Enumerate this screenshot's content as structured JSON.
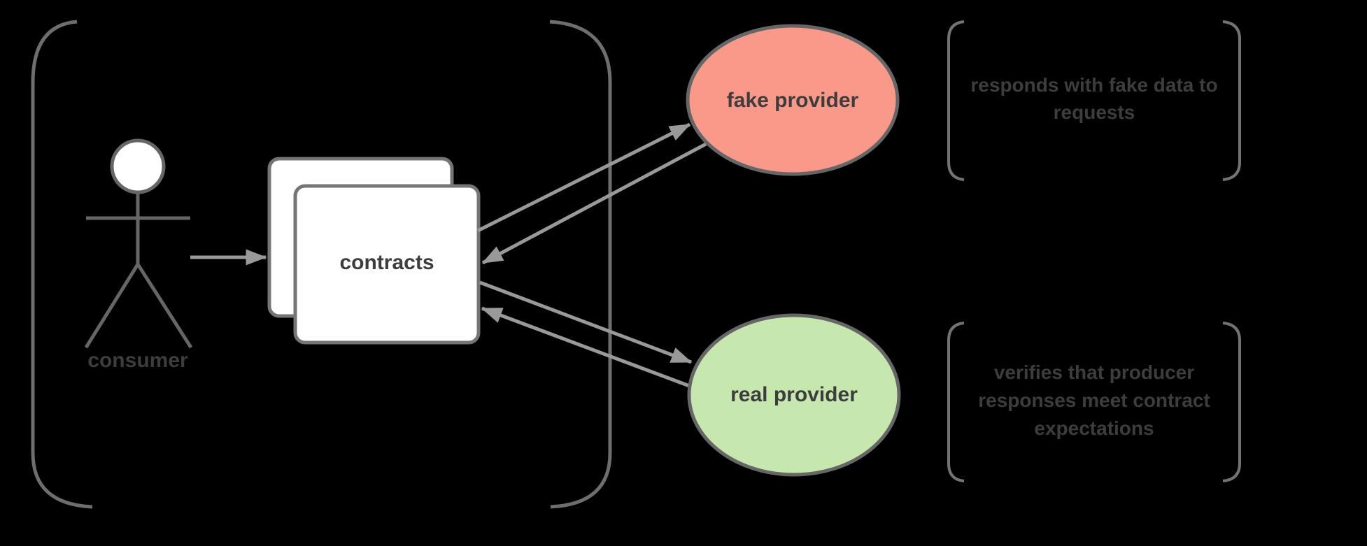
{
  "consumer": {
    "label": "consumer"
  },
  "contracts": {
    "label": "contracts"
  },
  "fake_provider": {
    "label": "fake provider",
    "fill_color": "#f8998a",
    "annotation": {
      "lines": [
        "responds with fake data to",
        "requests"
      ]
    }
  },
  "real_provider": {
    "label": "real provider",
    "fill_color": "#c6e7ae",
    "annotation": {
      "lines": [
        "verifies that producer",
        "responses meet contract",
        "expectations"
      ]
    }
  },
  "colors": {
    "background": "#000000",
    "shape_outline": "#666666",
    "card_border": "#757575",
    "bracket": "#6e6e6e",
    "arrow": "#999999",
    "text": "#3d3d3d",
    "shape_fill_white": "#ffffff"
  }
}
